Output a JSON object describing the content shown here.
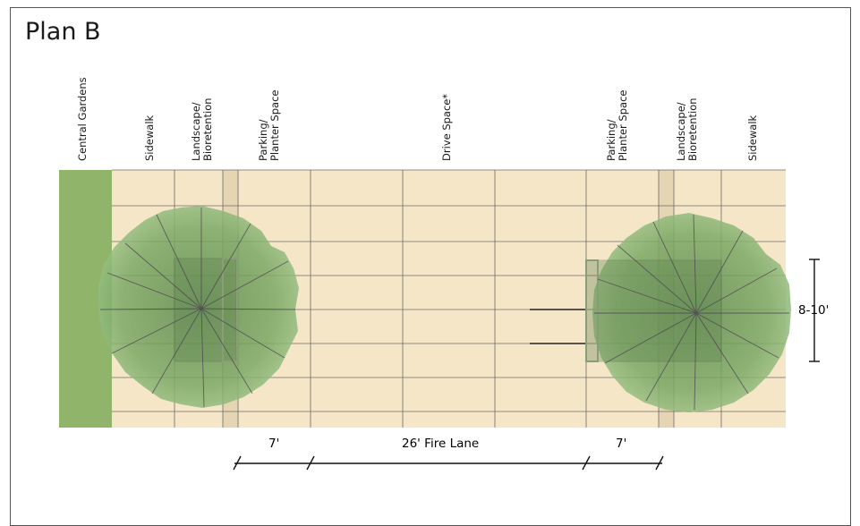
{
  "title": "Plan B",
  "zone_labels": {
    "central_gardens": "Central Gardens",
    "sidewalk_left": "Sidewalk",
    "landscape_left_1": "Landscape/",
    "landscape_left_2": "Bioretention",
    "parking_left_1": "Parking/",
    "parking_left_2": "Planter Space",
    "drive_space": "Drive Space*",
    "parking_right_1": "Parking/",
    "parking_right_2": "Planter Space",
    "landscape_right_1": "Landscape/",
    "landscape_right_2": "Bioretention",
    "sidewalk_right": "Sidewalk"
  },
  "dimensions": {
    "left_parking": "7'",
    "fire_lane": "26' Fire Lane",
    "right_parking": "7'",
    "tree_spacing": "8-10'"
  },
  "colors": {
    "pavement": "#f6e6c8",
    "gardens": "#8fb46a",
    "strip": "#e6d5b3",
    "canopy": "#6f9e5c",
    "grid_line": "#555555"
  }
}
